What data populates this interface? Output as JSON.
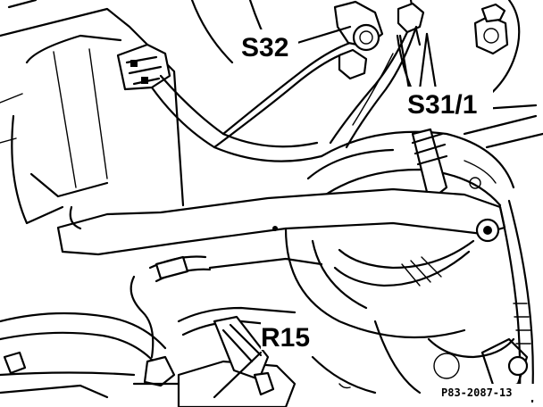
{
  "callouts": {
    "s32": "S32",
    "s31_1": "S31/1",
    "r15": "R15"
  },
  "reference_code": "P83-2087-13"
}
